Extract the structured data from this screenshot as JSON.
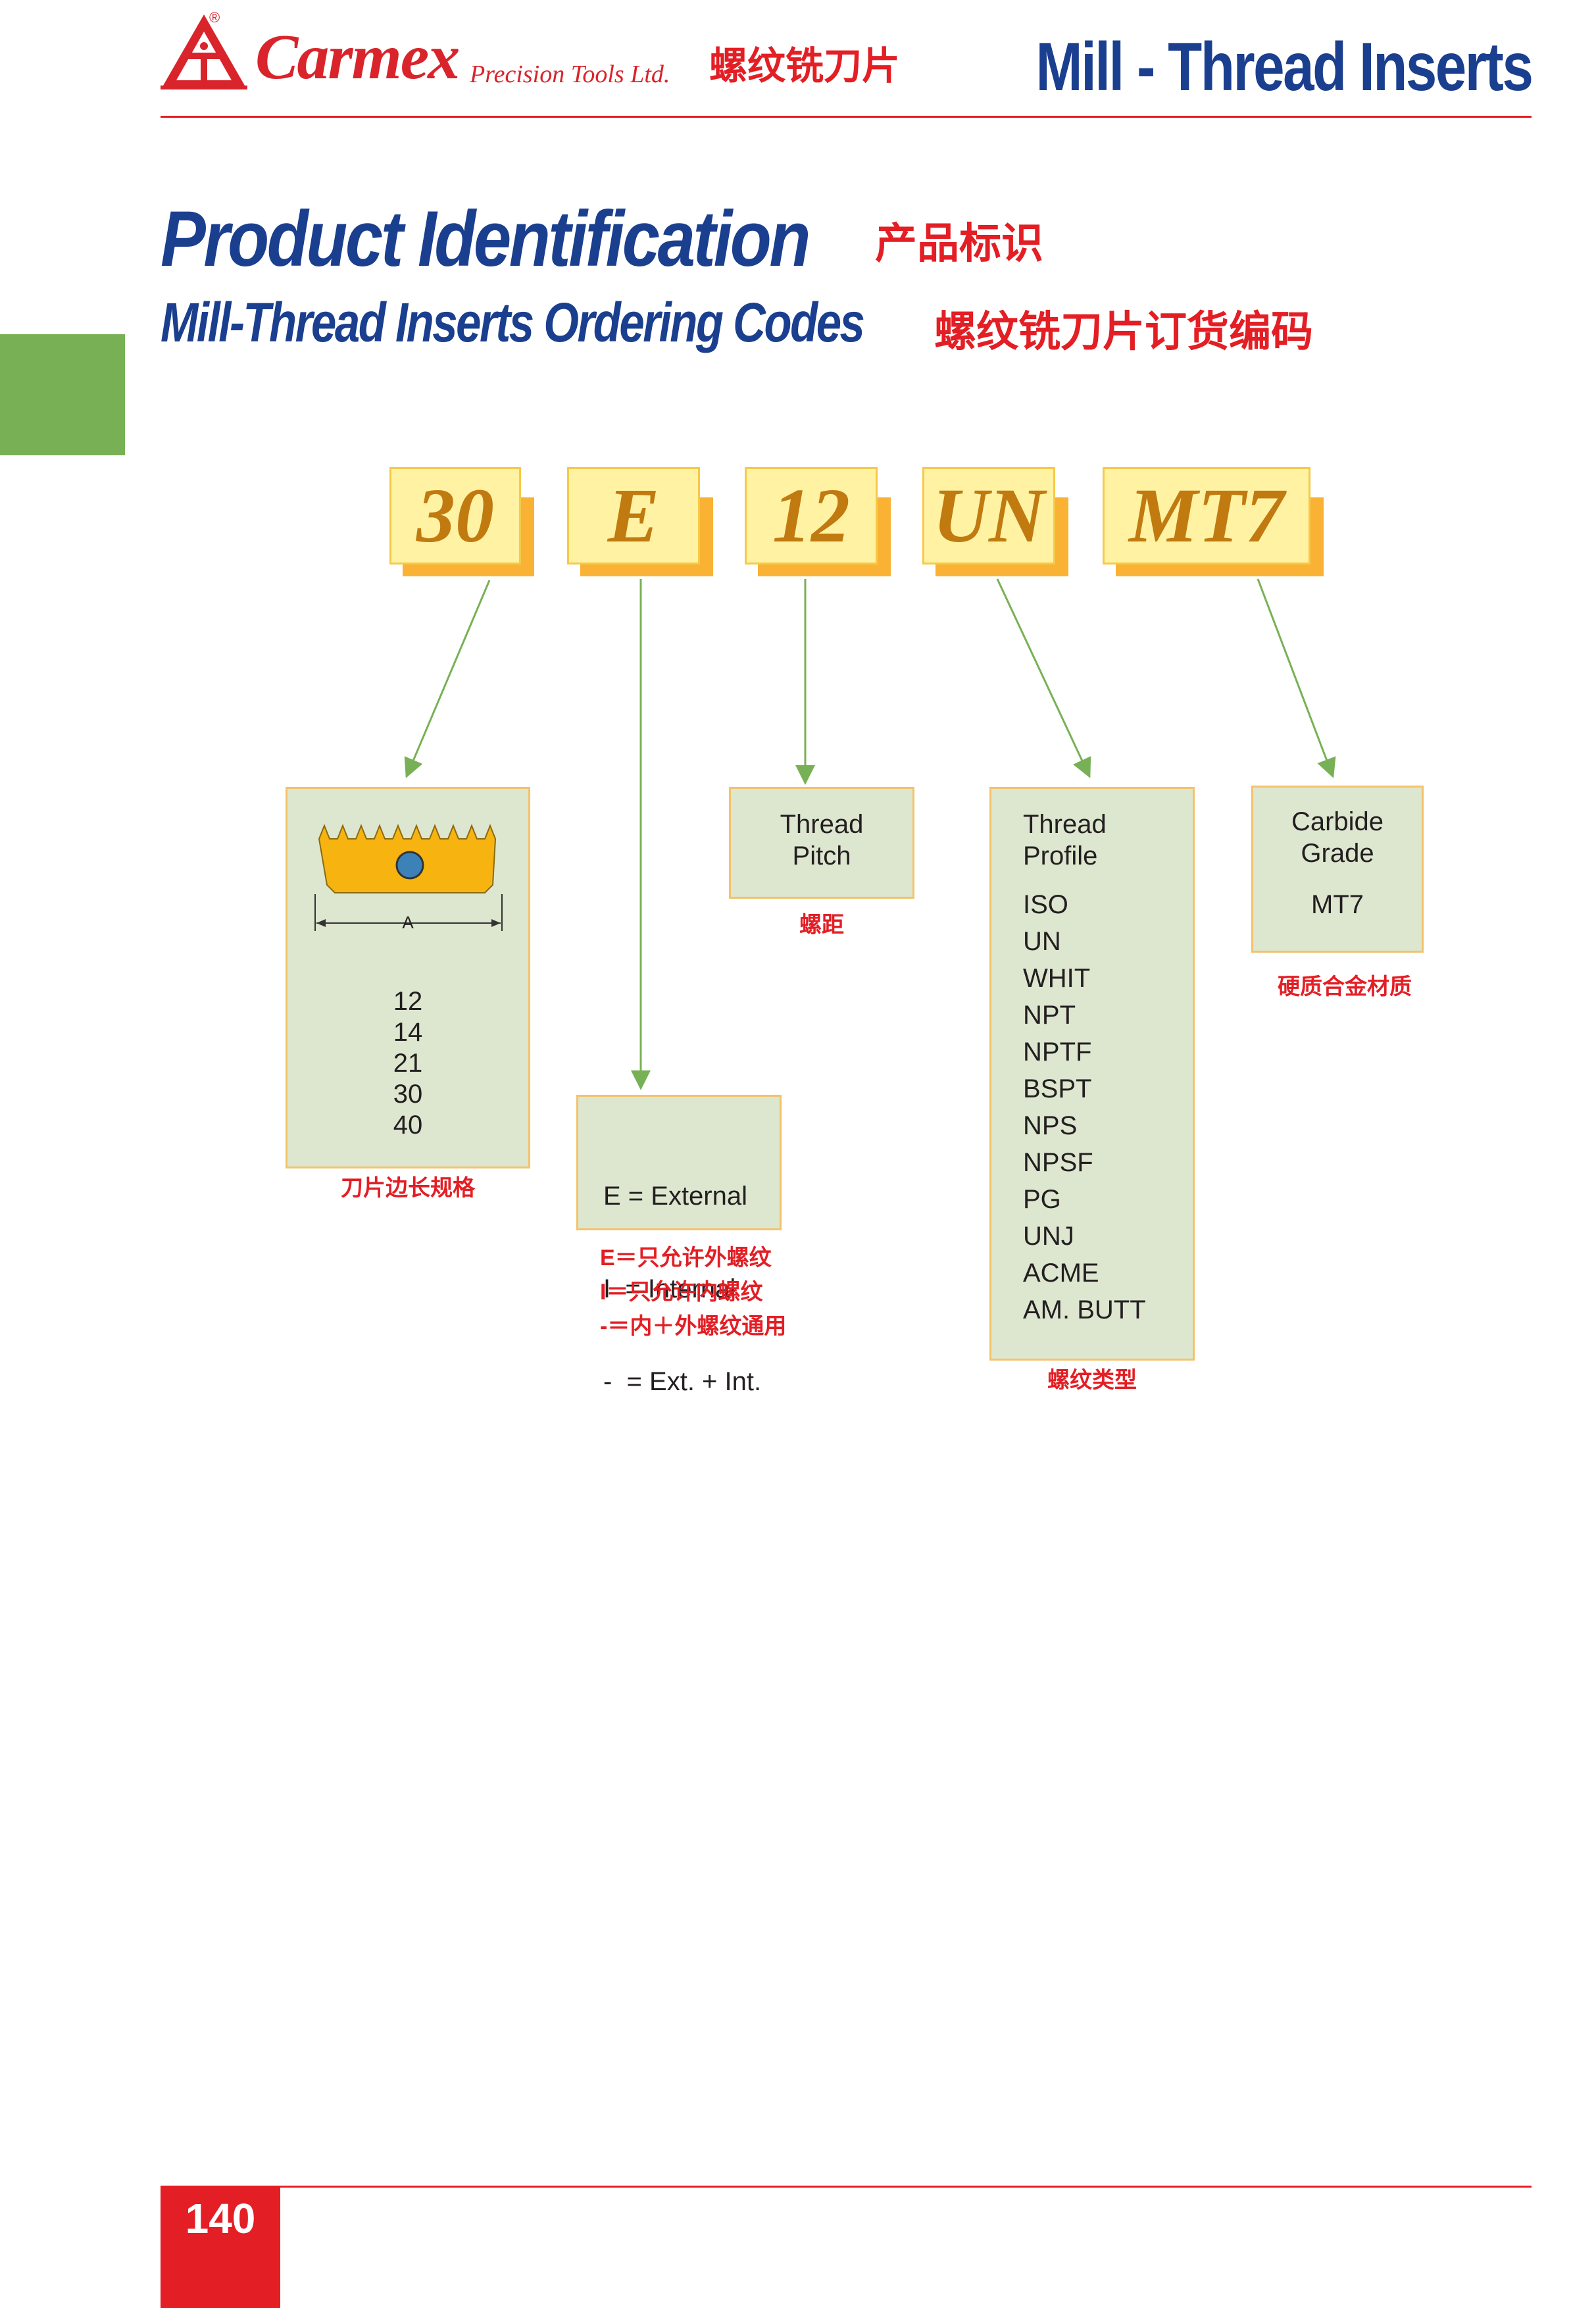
{
  "header": {
    "brand": "Carmex",
    "brand_sub": "Precision Tools Ltd.",
    "registered": "®",
    "cn_title": "螺纹铣刀片",
    "title": "Mill - Thread Inserts"
  },
  "titles": {
    "main": "Product Identification",
    "main_cn": "产品标识",
    "sub": "Mill-Thread Inserts Ordering Codes",
    "sub_cn": "螺纹铣刀片订货编码"
  },
  "codes": [
    "30",
    "E",
    "12",
    "UN",
    "MT7"
  ],
  "size": {
    "dimension_label": "A",
    "values": [
      "12",
      "14",
      "21",
      "30",
      "40"
    ],
    "cn_label": "刀片边长规格"
  },
  "type": {
    "lines": [
      "E = External",
      "I  = Internal",
      "-  = Ext. + Int."
    ],
    "cn_lines": [
      "E＝只允许外螺纹",
      "I＝只允许内螺纹",
      "-＝内＋外螺纹通用"
    ]
  },
  "pitch": {
    "title_lines": [
      "Thread",
      "Pitch"
    ],
    "cn_label": "螺距"
  },
  "profile": {
    "title_lines": [
      "Thread",
      "Profile"
    ],
    "values": [
      "ISO",
      "UN",
      "WHIT",
      "NPT",
      "NPTF",
      "BSPT",
      "NPS",
      "NPSF",
      "PG",
      "UNJ",
      "ACME",
      "AM. BUTT"
    ],
    "cn_label": "螺纹类型"
  },
  "grade": {
    "title_lines": [
      "Carbide",
      "Grade"
    ],
    "value": "MT7",
    "cn_label": "硬质合金材质"
  },
  "footer": {
    "page_number": "140"
  },
  "colors": {
    "brand_red": "#e31e24",
    "title_blue": "#1b3f8f",
    "tab_green": "#78b155",
    "box_green": "#dde6cf",
    "code_yellow": "#fff2a3",
    "code_orange": "#f9b233",
    "arrow_green": "#78b155"
  }
}
